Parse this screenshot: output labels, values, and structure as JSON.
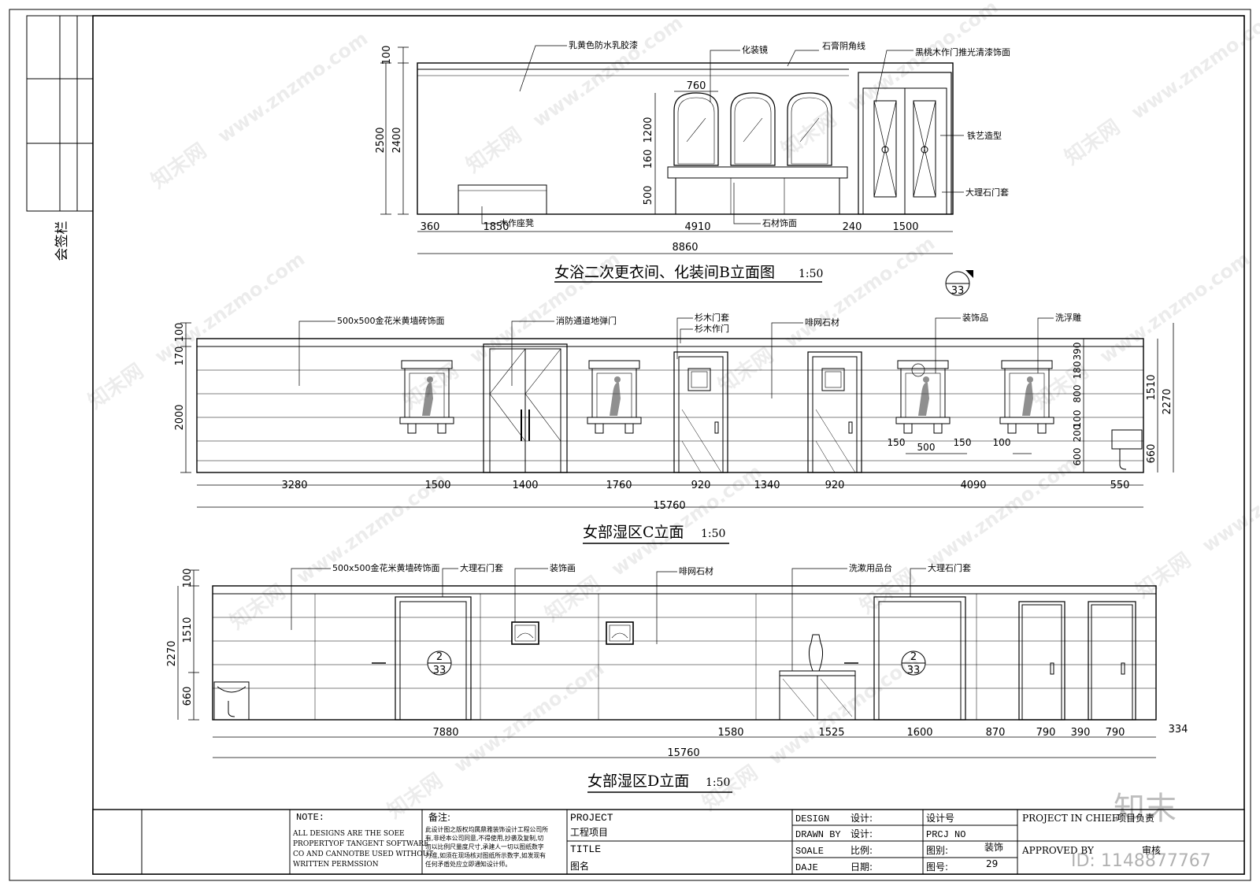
{
  "sidebar": {
    "label": "会签栏"
  },
  "drawing_b": {
    "title": "女浴二次更衣间、化装间B立面图",
    "scale": "1:50",
    "callouts": [
      "乳黄色防水乳胶漆",
      "化装镜",
      "石膏阴角线",
      "黑桃木作门推光清漆饰面",
      "铁艺造型",
      "大理石门套",
      "木作座凳",
      "石材饰面"
    ],
    "dims_left": [
      "100",
      "2500",
      "2400"
    ],
    "dims_mid": [
      "760",
      "1200",
      "160",
      "500"
    ],
    "dims_bottom": [
      "360",
      "1850",
      "4910",
      "240",
      "1500"
    ],
    "dim_total": "8860",
    "section_mark": {
      "num": "",
      "sheet": "33"
    }
  },
  "drawing_c": {
    "title": "女部湿区C立面",
    "scale": "1:50",
    "callouts": [
      "500x500金花米黄墙砖饰面",
      "消防通道地弹门",
      "杉木门套",
      "杉木作门",
      "啡网石材",
      "装饰品",
      "洗浮雕"
    ],
    "dims_left": [
      "100",
      "170",
      "2000"
    ],
    "dims_right_inner": [
      "390",
      "180",
      "800",
      "100",
      "200",
      "600"
    ],
    "dims_right_outer": [
      "1510",
      "2270",
      "660"
    ],
    "dims_frame": [
      "150",
      "500",
      "150",
      "100"
    ],
    "dims_bottom": [
      "3280",
      "1500",
      "1400",
      "1760",
      "920",
      "1340",
      "920",
      "4090",
      "550"
    ],
    "dim_total": "15760"
  },
  "drawing_d": {
    "title": "女部湿区D立面",
    "scale": "1:50",
    "callouts": [
      "500x500金花米黄墙砖饰面",
      "大理石门套",
      "装饰画",
      "啡网石材",
      "洗漱用品台",
      "大理石门套"
    ],
    "dims_left": [
      "100",
      "2270",
      "1510",
      "660"
    ],
    "dims_bottom": [
      "7880",
      "1580",
      "1525",
      "1600",
      "870",
      "790",
      "390",
      "790"
    ],
    "dim_extra": "334",
    "dim_total": "15760",
    "section_marks": [
      {
        "num": "2",
        "sheet": "33"
      },
      {
        "num": "2",
        "sheet": "33"
      }
    ]
  },
  "title_block": {
    "note_head": "NOTE:",
    "note_lines": [
      "ALL DESIGNS ARE THE SOEE",
      "PROPERTYOF TANGENT SOFTWARE",
      "CO AND CANNOTBE USED WITHOUT",
      "WRITTEN PERMSSION"
    ],
    "remark_head": "备注:",
    "remark_lines": [
      "此设计图之版权均属鼎雅装饰设计工程公司所",
      "有,非经本公司同意,不得使用,抄袭及复制,切",
      "勿以比例尺量度尺寸,承建人一切以图纸数字",
      "为准,如须在现场核对图纸所示数字,如发现有",
      "任何矛盾处应立即通知设计师。"
    ],
    "project_en": "PROJECT",
    "project_cn": "工程项目",
    "title_en": "TITLE",
    "title_cn": "图名",
    "design_en": "DESIGN",
    "design_cn": "设计:",
    "drawn_en": "DRAWN BY",
    "drawn_cn": "设计:",
    "scale_en": "SOALE",
    "scale_cn": "比例:",
    "date_en": "DAJE",
    "date_cn": "日期:",
    "design_no": "设计号",
    "prcj_no": "PRCJ NO",
    "drawing_type_label": "图别:",
    "drawing_type_value": "装饰",
    "drawing_no_label": "图号:",
    "drawing_no_value": "29",
    "chief": "PROJECT IN CHIEF",
    "chief_cn": "项目负责",
    "approved": "APPROVED BY",
    "approved_cn": "审核"
  },
  "watermark": {
    "brand": "知末",
    "id": "ID: 1148877767",
    "site": "www.znzmo.com",
    "brand_repeat": "知末网"
  }
}
